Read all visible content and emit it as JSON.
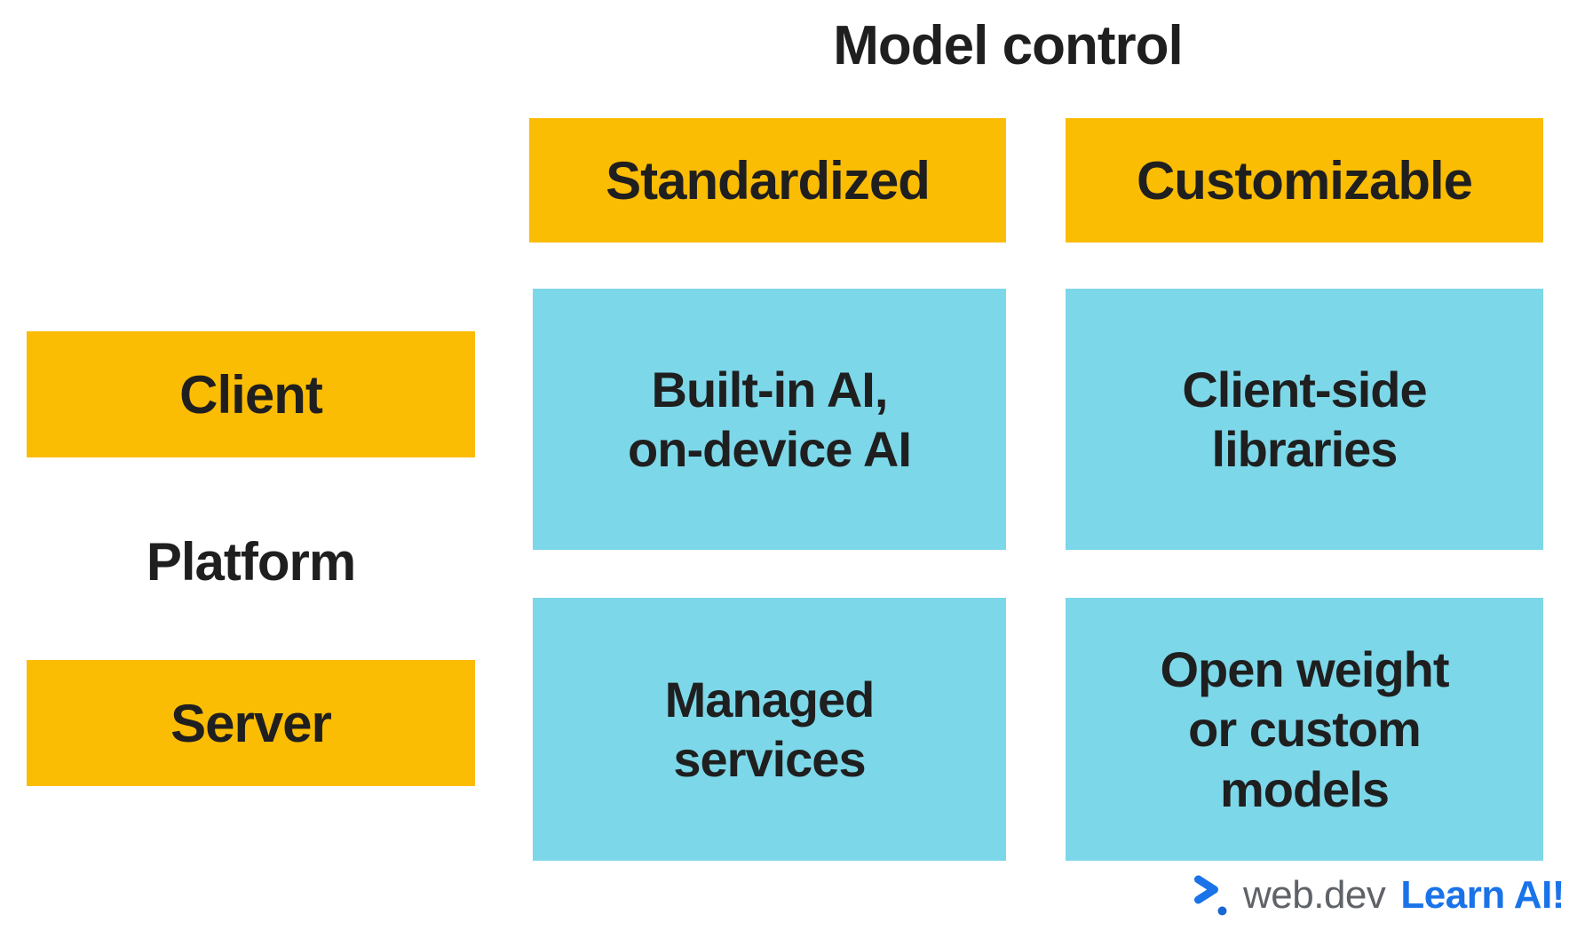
{
  "title": "Model control",
  "row_axis_label": "Platform",
  "column_headers": [
    "Standardized",
    "Customizable"
  ],
  "row_headers": [
    "Client",
    "Server"
  ],
  "cells": [
    {
      "row": "Client",
      "column": "Standardized",
      "text": "Built-in AI,\non-device AI"
    },
    {
      "row": "Client",
      "column": "Customizable",
      "text": "Client-side\nlibraries"
    },
    {
      "row": "Server",
      "column": "Standardized",
      "text": "Managed\nservices"
    },
    {
      "row": "Server",
      "column": "Customizable",
      "text": "Open weight\nor custom\nmodels"
    }
  ],
  "footer": {
    "brand": "web.dev",
    "series": "Learn AI!",
    "icon": "web-dev-chevron-icon"
  },
  "colors": {
    "background": "#FFFFFF",
    "header_yellow": "#FBBC04",
    "cell_blue": "#7CD7E9",
    "ink": "#1F1F1F",
    "brand_gray": "#5F6368",
    "brand_blue": "#1A73E8",
    "icon_purple": "#A142F4",
    "icon_light_blue": "#8AB4F8",
    "icon_dot_blue": "#1967D2"
  }
}
